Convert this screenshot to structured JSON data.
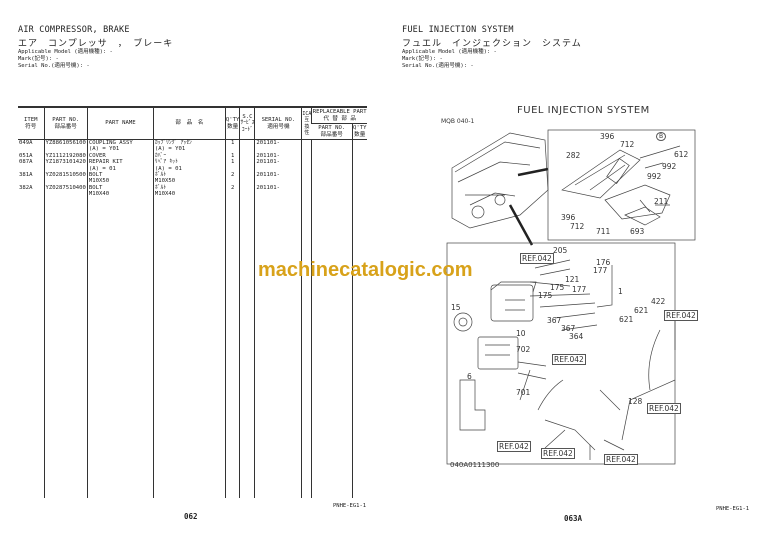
{
  "left_page": {
    "title_en": "AIR COMPRESSOR, BRAKE",
    "title_jp": "エア　コンプレッサ　，　ブレーキ",
    "applicable_model": "Applicable Model (適用機種): -",
    "mark": "Mark(記号): -",
    "serial_no": "Serial No.(適用号機): -",
    "table": {
      "headers": {
        "item": "ITEM\n符号",
        "part_no": "PART NO.\n部品番号",
        "part_name": "PART NAME",
        "part_name_jp": "部　品　名",
        "qty": "Q'TY\n数量",
        "sc": "S.C\nｻｰﾋﾞｽ\nｺｰﾄﾞ",
        "serial": "SERIAL NO.\n適用号機",
        "ica": "ICA\n互換性",
        "replaceable": "REPLACEABLE PART\n代 替 部 品",
        "rep_part_no": "PART NO.\n部品番号",
        "rep_qty": "Q'TY\n数量"
      },
      "rows": [
        {
          "item": "049A",
          "part_no": "YZ8861056100",
          "name": "COUPLING ASSY",
          "name_jp": "ｶｯﾌﾟﾘﾝｸﾞ ｱｯｾﾝ",
          "qty": "1",
          "serial": "201101-"
        },
        {
          "item": "",
          "part_no": "",
          "name": "(A) = Y01",
          "name_jp": "(A) = Y01",
          "qty": "",
          "serial": ""
        },
        {
          "item": "051A",
          "part_no": "YZ1112192080",
          "name": "COVER",
          "name_jp": "ｶﾊﾞｰ",
          "qty": "1",
          "serial": "201101-"
        },
        {
          "item": "087A",
          "part_no": "YZ1873101420",
          "name": "REPAIR KIT",
          "name_jp": "ﾘﾍﾟｱ ｷｯﾄ",
          "qty": "1",
          "serial": "201101-"
        },
        {
          "item": "",
          "part_no": "",
          "name": "(A) = 01",
          "name_jp": "(A) = 01",
          "qty": "",
          "serial": ""
        },
        {
          "item": "381A",
          "part_no": "YZ0281510500",
          "name": "BOLT",
          "name_jp": "ﾎﾞﾙﾄ",
          "qty": "2",
          "serial": "201101-"
        },
        {
          "item": "",
          "part_no": "",
          "name": "M10X50",
          "name_jp": "M10X50",
          "qty": "",
          "serial": ""
        },
        {
          "item": "382A",
          "part_no": "YZ0287510400",
          "name": "BOLT",
          "name_jp": "ﾎﾞﾙﾄ",
          "qty": "2",
          "serial": "201101-"
        },
        {
          "item": "",
          "part_no": "",
          "name": "M10X40",
          "name_jp": "M10X40",
          "qty": "",
          "serial": ""
        }
      ]
    },
    "footer_code": "PNHE-EG1-1",
    "page_number": "062"
  },
  "right_page": {
    "title_en": "FUEL INJECTION SYSTEM",
    "title_jp": "フュエル　インジェクション　システム",
    "applicable_model": "Applicable Model (適用機種): -",
    "mark": "Mark(記号): -",
    "serial_no": "Serial No.(適用号機): -",
    "diagram": {
      "title": "FUEL INJECTION SYSTEM",
      "model": "MQB 040-1",
      "figure_no": "040A0111300",
      "callouts": [
        "396",
        "712",
        "282",
        "B",
        "612",
        "992",
        "992",
        "211",
        "396",
        "712",
        "711",
        "693",
        "205",
        "REF.042",
        "176",
        "177",
        "121",
        "175",
        "177",
        "175",
        "1",
        "15",
        "422",
        "621",
        "621",
        "REF.042",
        "367",
        "367",
        "364",
        "10",
        "702",
        "REF.042",
        "6",
        "701",
        "128",
        "REF.042",
        "REF.042",
        "REF.042",
        "REF.042"
      ]
    },
    "footer_code": "PNHE-EG1-1",
    "page_number": "063A"
  },
  "watermark": "machinecatalogic.com"
}
